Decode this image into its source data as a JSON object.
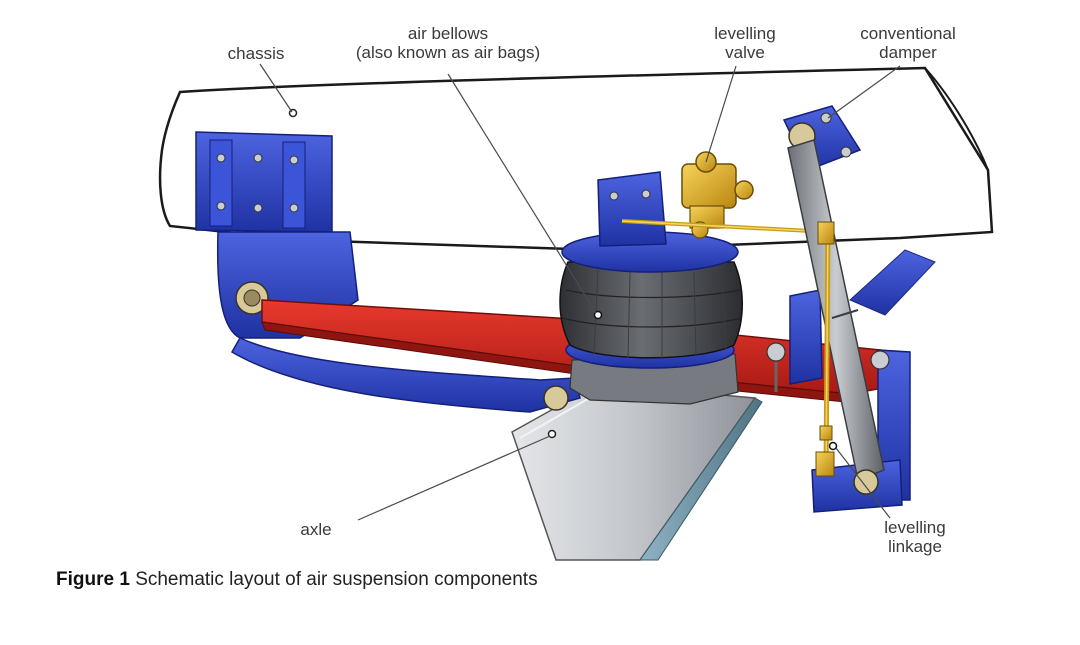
{
  "labels": {
    "chassis": "chassis",
    "air_bellows_line1": "air bellows",
    "air_bellows_line2": "(also known as air bags)",
    "levelling_valve_line1": "levelling",
    "levelling_valve_line2": "valve",
    "damper_line1": "conventional",
    "damper_line2": "damper",
    "axle": "axle",
    "linkage_line1": "levelling",
    "linkage_line2": "linkage"
  },
  "caption": {
    "figure_label": "Figure 1",
    "text": "Schematic layout of air suspension components"
  },
  "colors": {
    "bracket_blue": "#2f46c8",
    "spring_red": "#d8271f",
    "bellows_grey": "#4d5055",
    "brass_yellow": "#e2b021",
    "axle_grey": "#b8bcc2",
    "damper_grey": "#9a9ea4"
  }
}
